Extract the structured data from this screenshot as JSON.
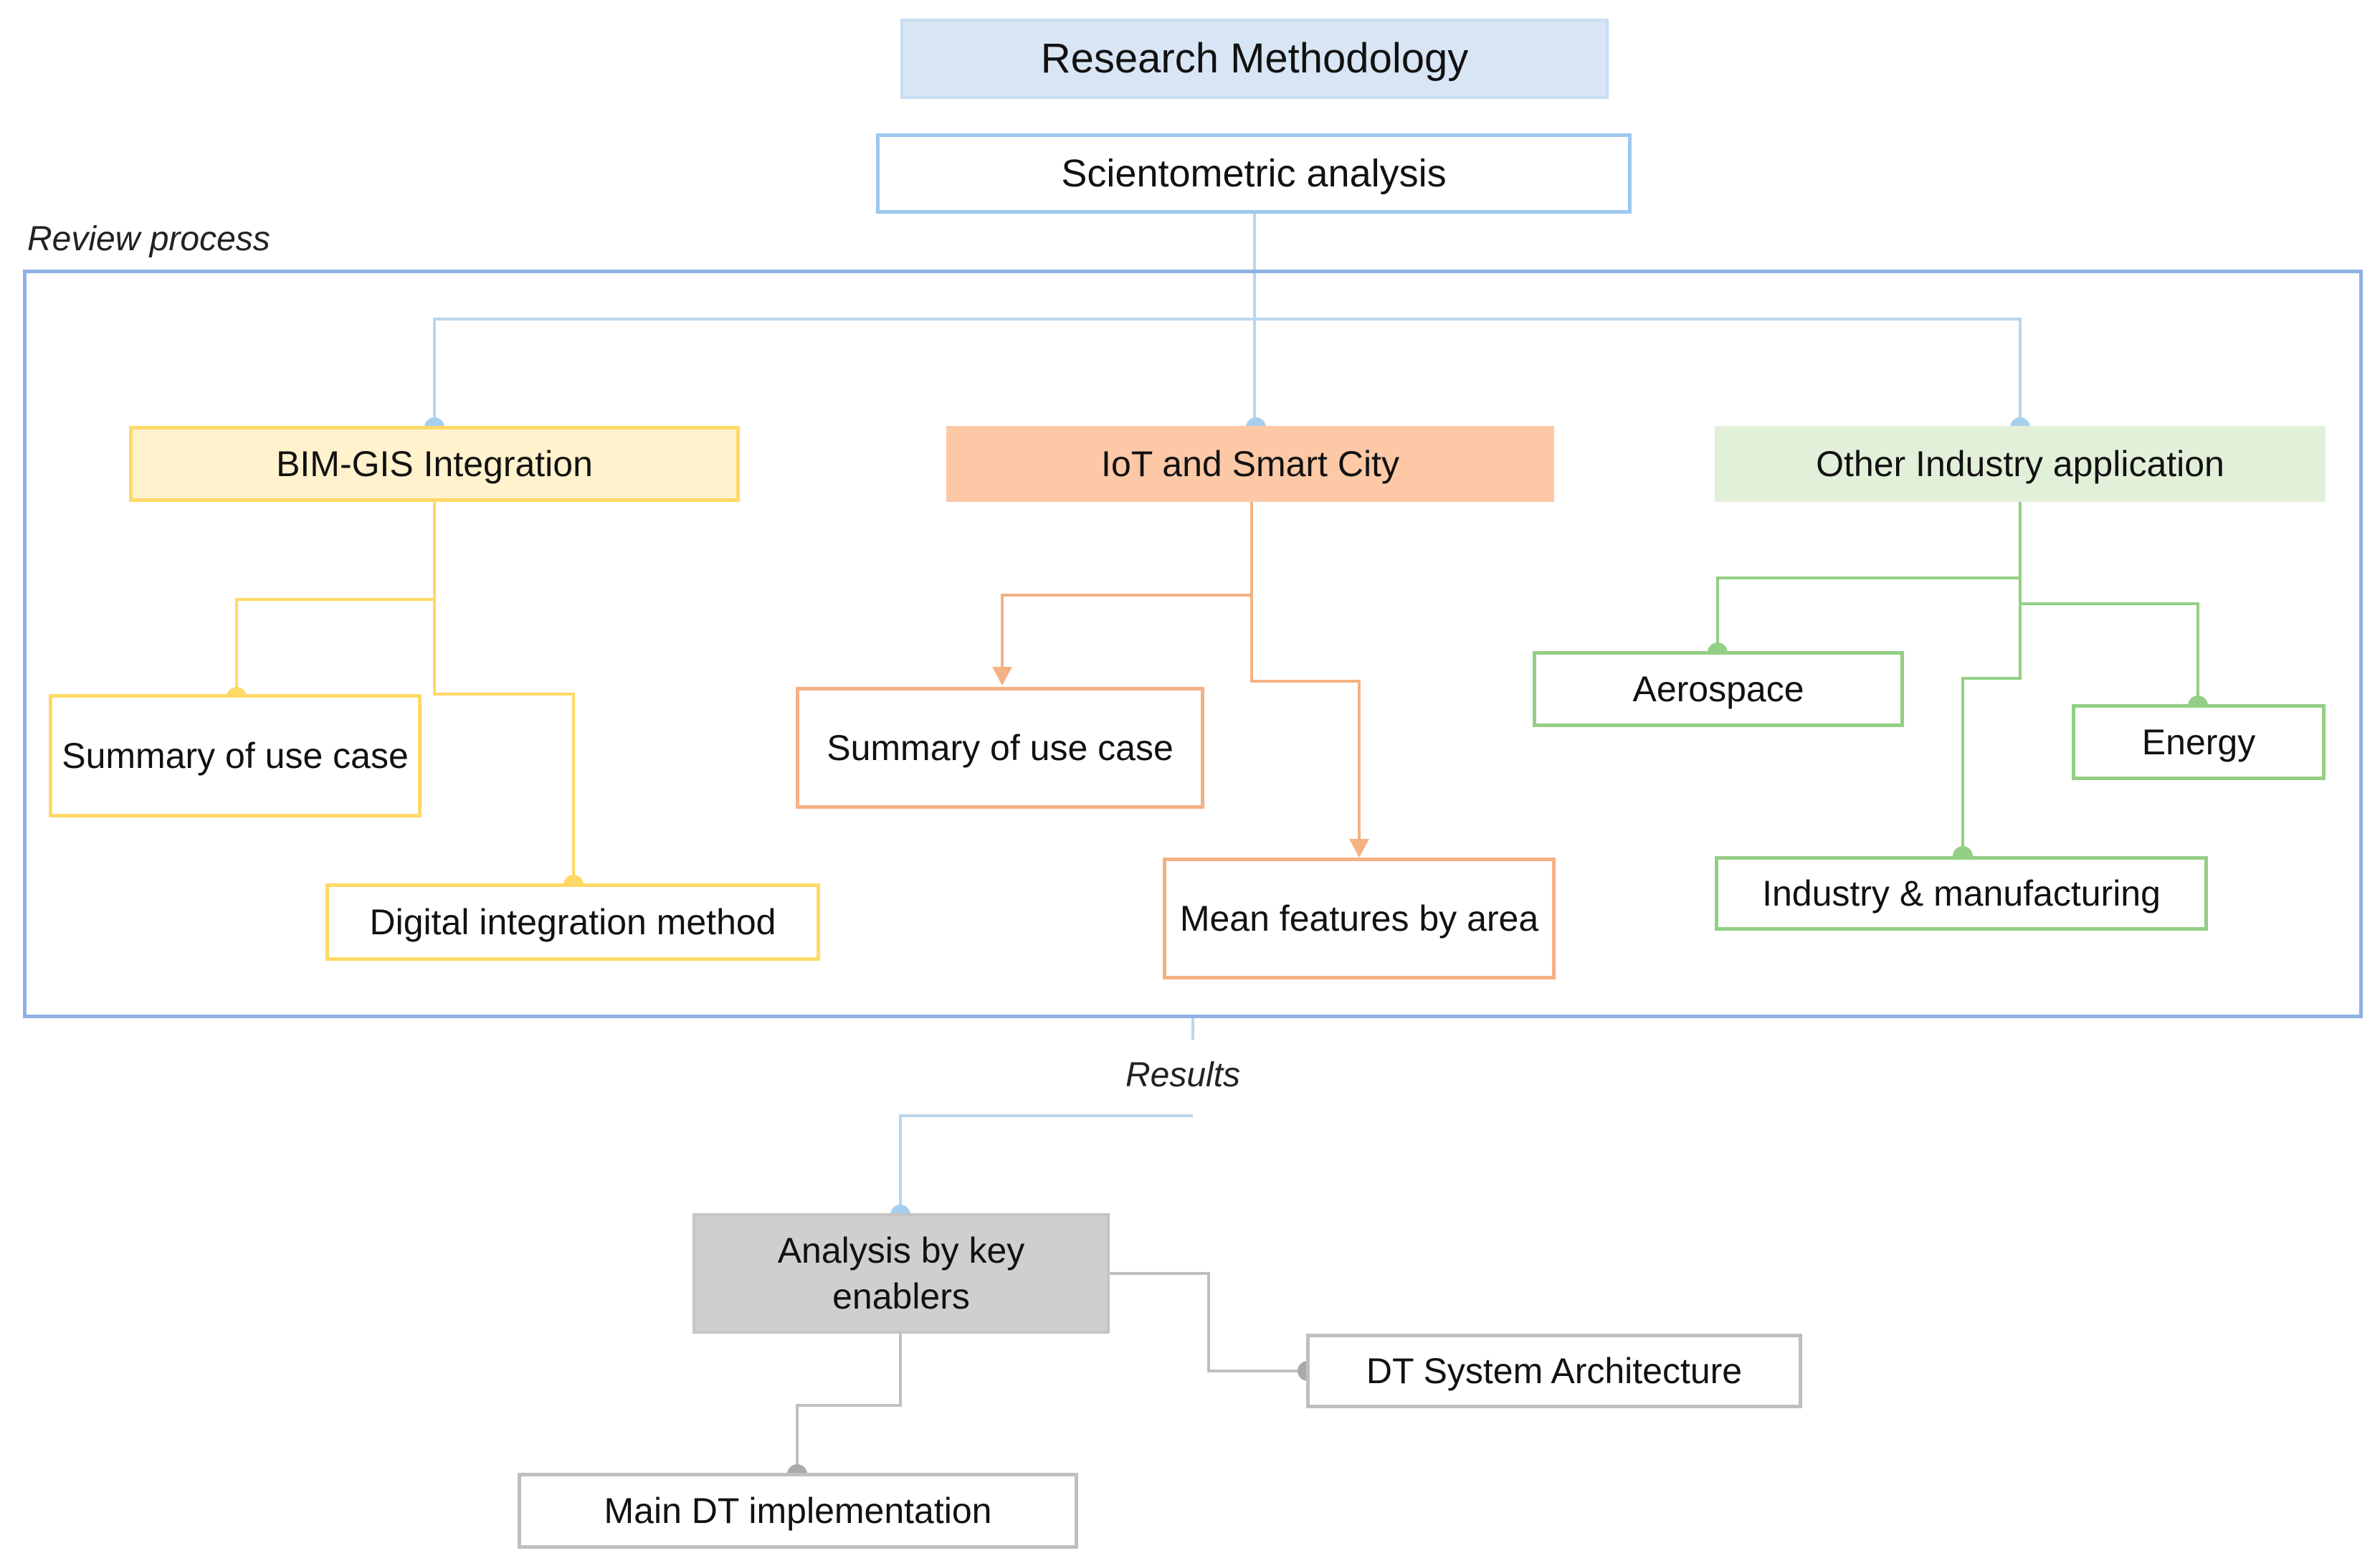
{
  "title": "Research Methodology",
  "top_step": "Scientometric analysis",
  "review_label": "Review process",
  "results_label": "Results",
  "branches": {
    "bim_gis": {
      "label": "BIM-GIS Integration",
      "children": [
        "Summary of use case",
        "Digital integration method"
      ]
    },
    "iot": {
      "label": "IoT and Smart City",
      "children": [
        "Summary of use case",
        "Mean features by area"
      ]
    },
    "other": {
      "label": "Other Industry application",
      "children": [
        "Aerospace",
        "Energy",
        "Industry & manufacturing"
      ]
    }
  },
  "results": {
    "main": "Analysis by key enablers",
    "children": [
      "DT System Architecture",
      "Main DT implementation"
    ]
  },
  "colors": {
    "title_fill": "#d8e5f5",
    "blue_line": "#b9d6ee",
    "blue_dot": "#a6cfee",
    "frame": "#8fb1e3",
    "yellow_fill": "#fff2cc",
    "yellow_border": "#ffd966",
    "yellow_line": "#ffd966",
    "orange_fill": "#fcc8a6",
    "orange_border": "#f4b183",
    "green_fill": "#e2f0d9",
    "green_border": "#93cf85",
    "gray_fill": "#d0cece",
    "gray_border": "#bfbfbf",
    "gray_dot": "#aaaaaa"
  }
}
